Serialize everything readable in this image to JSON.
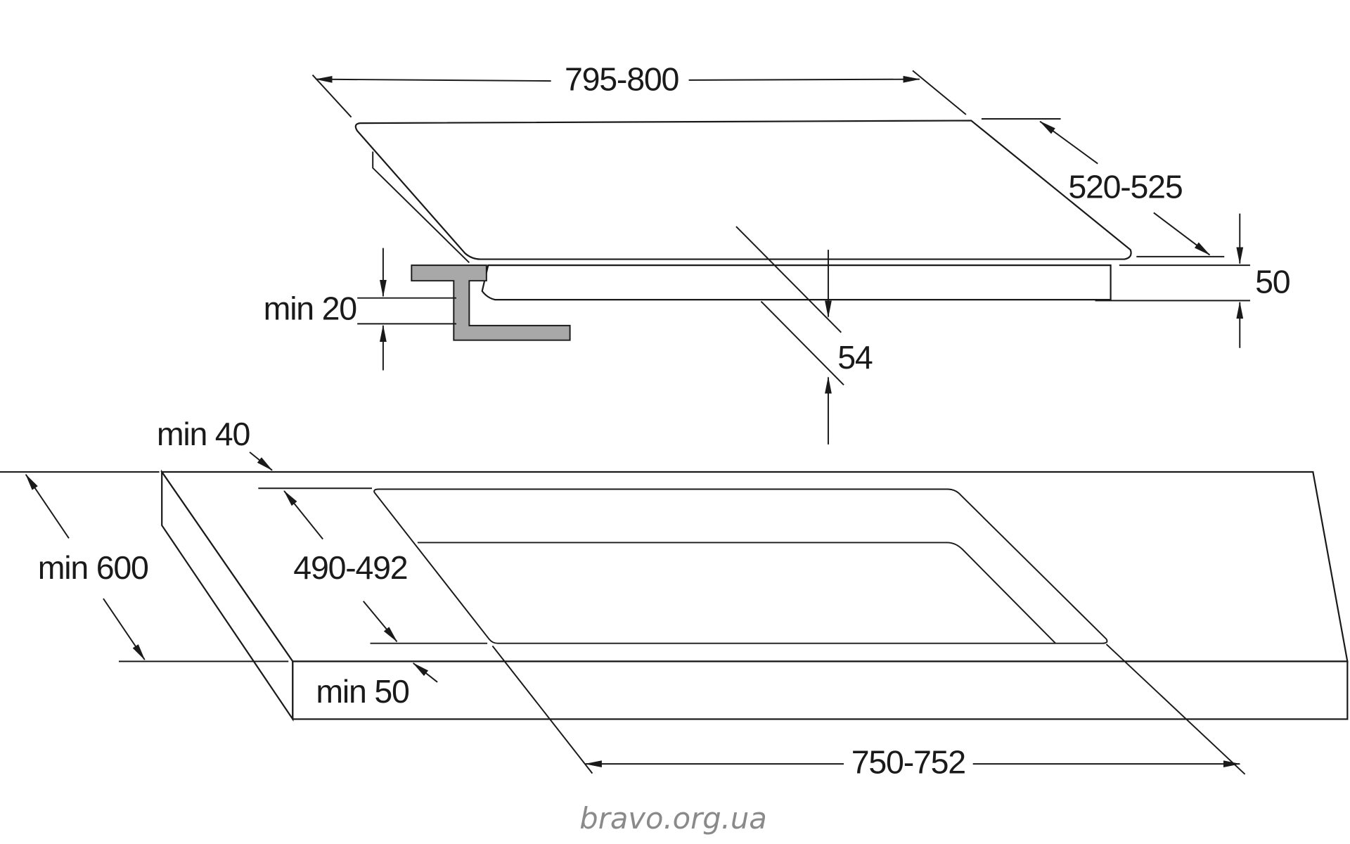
{
  "diagram": {
    "hob": {
      "width_label": "795-800",
      "depth_label": "520-525",
      "height_label": "50",
      "body_depth_label": "54",
      "bracket_label": "min 20"
    },
    "worktop": {
      "back_margin_label": "min 40",
      "depth_label": "min 600",
      "cutout_depth_label": "490-492",
      "front_margin_label": "min 50",
      "cutout_width_label": "750-752"
    },
    "watermark": "bravo.org.ua",
    "colors": {
      "line": "#1a1a1a",
      "bracket": "#a8a8a8",
      "watermark": "#8a8a8a"
    }
  }
}
